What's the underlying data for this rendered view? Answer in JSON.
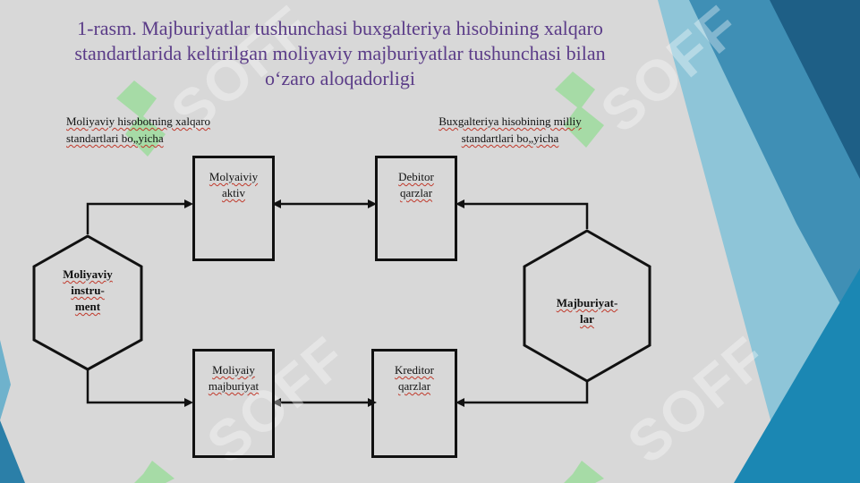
{
  "title": {
    "line1": "1-rasm. Majburiyatlar tushunchasi buxgalteriya hisobining xalqaro",
    "line2": "standartlarida keltirilgan moliyaviy majburiyatlar tushunchasi bilan",
    "line3": "o‘zaro aloqadorligi"
  },
  "captions": {
    "left_line1": "Moliyaviy hisobotning xalqaro",
    "left_line2": "standartlari bo„yicha",
    "right_line1": "Buxgalteriya hisobining milliy",
    "right_line2": "standartlari bo„yicha"
  },
  "boxes": {
    "top_left_line1": "Molyaiviy",
    "top_left_line2": "aktiv",
    "top_right_line1": "Debitor",
    "top_right_line2": "qarzlar",
    "bottom_left_line1": "Moliyaiy",
    "bottom_left_line2": "majburiyat",
    "bottom_right_line1": "Kreditor",
    "bottom_right_line2": "qarzlar"
  },
  "hexagons": {
    "left_line1": "Moliyaviy",
    "left_line2": "instru-",
    "left_line3": "ment",
    "right_line1": "Majburiyat-",
    "right_line2": "lar"
  },
  "watermark": "SOFF",
  "colors": {
    "background": "#d8d8d8",
    "title": "#5b3c88",
    "accent_blue": "#2b7fa8",
    "watermark_green": "#7dde7d"
  }
}
